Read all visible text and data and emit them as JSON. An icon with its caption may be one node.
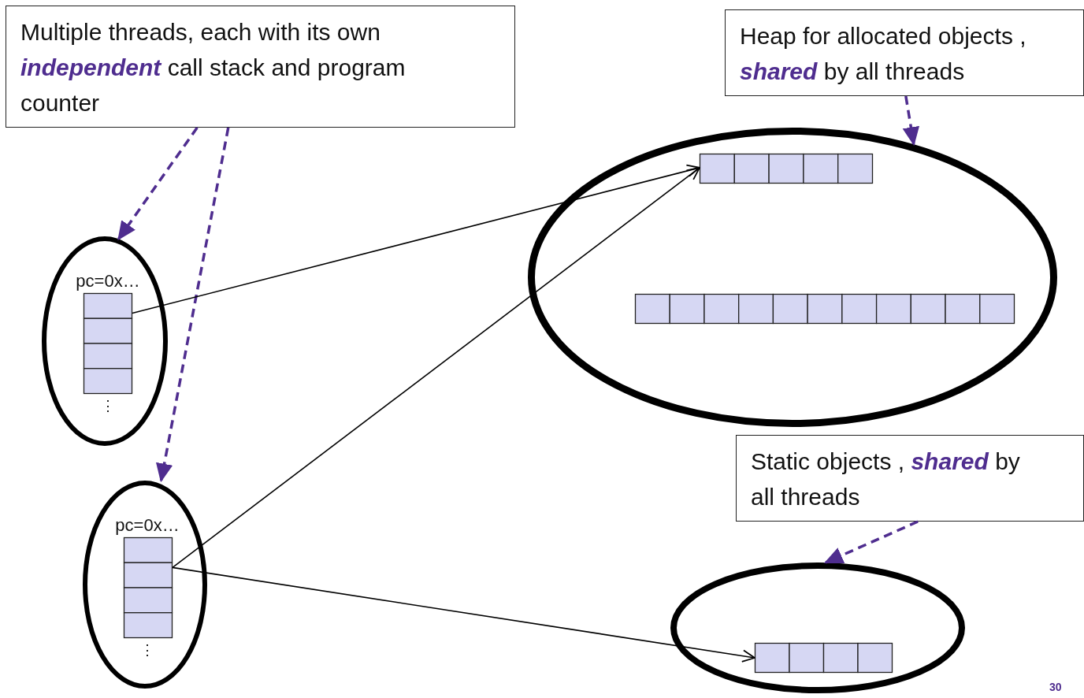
{
  "diagram": {
    "nodes": [
      {
        "text": [
          "Multiple threads, each with its own **independent** call stack and program counter"
        ]
      },
      {
        "text": [
          "Heap for allocated objects , **shared** by all threads"
        ]
      },
      {
        "text": [
          "Static objects , **shared** by all threads"
        ]
      },
      {
        "text": [
          "pc=0x…",
          "⋮"
        ]
      },
      {
        "text": [],
        "shape": "box",
        "in": 3
      },
      {
        "text": [
          "pc=0x…",
          "⋮"
        ]
      },
      {
        "text": [],
        "shape": "box",
        "in": 5
      },
      {
        "text": [],
        "shape": "ellipse"
      },
      {
        "text": [],
        "shape": "box",
        "in": 7
      },
      {
        "text": [],
        "shape": "box",
        "in": 7
      },
      {
        "text": [],
        "shape": "ellipse"
      },
      {
        "text": [],
        "shape": "box",
        "in": 10
      }
    ],
    "edges": [
      {
        "from": 0,
        "to": 3,
        "arrow": "to",
        "style": "dashed",
        "color": "#4f2d8f"
      },
      {
        "from": 0,
        "to": 5,
        "arrow": "to",
        "style": "dashed",
        "color": "#4f2d8f"
      },
      {
        "from": 1,
        "to": 7,
        "arrow": "to",
        "style": "dashed",
        "color": "#4f2d8f"
      },
      {
        "from": 2,
        "to": 10,
        "arrow": "to",
        "style": "dashed",
        "color": "#4f2d8f"
      },
      {
        "from": 4,
        "to": 8,
        "arrow": "to",
        "color": "#000000"
      },
      {
        "from": 6,
        "to": 8,
        "arrow": "to",
        "color": "#000000"
      },
      {
        "from": 6,
        "to": 11,
        "arrow": "to",
        "color": "#000000"
      }
    ],
    "labels": [
      "30"
    ]
  }
}
